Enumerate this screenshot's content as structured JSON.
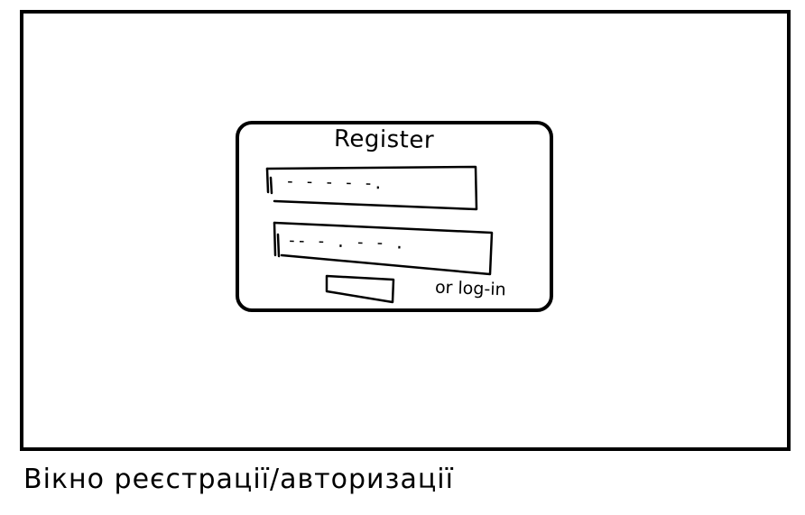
{
  "dialog": {
    "title": "Register",
    "field_1": {
      "placeholder": "- - - - -."
    },
    "field_2": {
      "placeholder": "-- - . - - ."
    },
    "submit_button": {
      "label": ""
    },
    "login_link": "or log-in"
  },
  "caption": "Вікно реєстрації/авторизації"
}
